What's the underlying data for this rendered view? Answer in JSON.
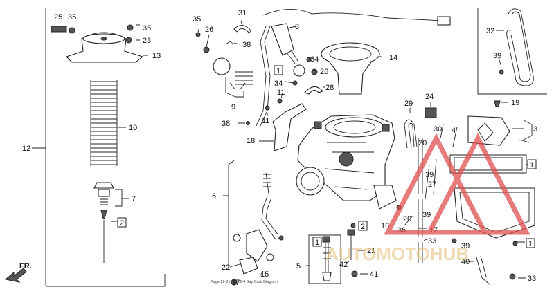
{
  "labels": {
    "p1": "1",
    "p2": "2",
    "p3": "3",
    "p4": "4",
    "p5": "5",
    "p6": "6",
    "p7": "7",
    "p8": "8",
    "p9": "9",
    "p10": "10",
    "p11": "11",
    "p12": "12",
    "p13": "13",
    "p14": "14",
    "p15": "15",
    "p16": "16",
    "p17": "17",
    "p18": "18",
    "p19": "19",
    "p20": "20",
    "p21": "21",
    "p22": "22",
    "p23": "23",
    "p24": "24",
    "p25": "25",
    "p26": "26",
    "p27": "27",
    "p28": "28",
    "p29": "29",
    "p30": "30",
    "p31": "31",
    "p32": "32",
    "p33": "33",
    "p34": "34",
    "p35": "35",
    "p36": "36",
    "p37": "37",
    "p38": "38",
    "p39": "39",
    "p40": "40",
    "p41": "41",
    "p42": "42"
  },
  "direction": "FR.",
  "watermark": "AUTOMOTOHUB",
  "footnote": "Page 22-3 / Fig 22-4 Bay Carb Diagram"
}
